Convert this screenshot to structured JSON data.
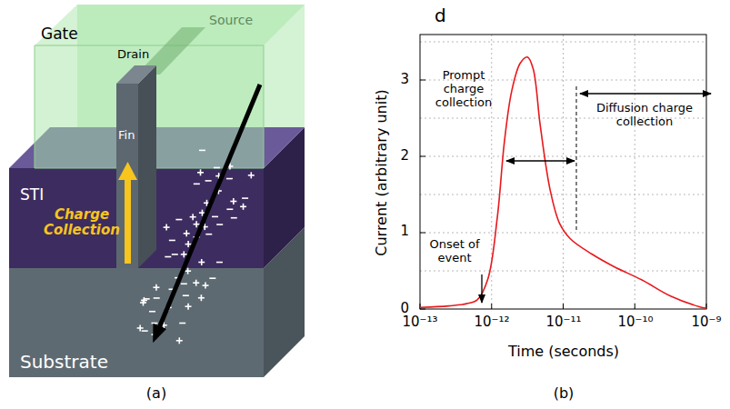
{
  "diagram": {
    "labels": [
      "Gate",
      "Source",
      "Drain",
      "Fin",
      "STI",
      "Charge Collection",
      "Substrate",
      "(a)",
      "d",
      "3",
      "2",
      "1",
      "0",
      "10⁻¹³",
      "10⁻¹²",
      "10⁻¹¹",
      "10⁻¹⁰",
      "10⁻⁹",
      "Current (arbitrary unit)",
      "Time (seconds)",
      "Prompt charge collection",
      "Diffusion charge collection",
      "Onset of event",
      "(b)"
    ]
  }
}
